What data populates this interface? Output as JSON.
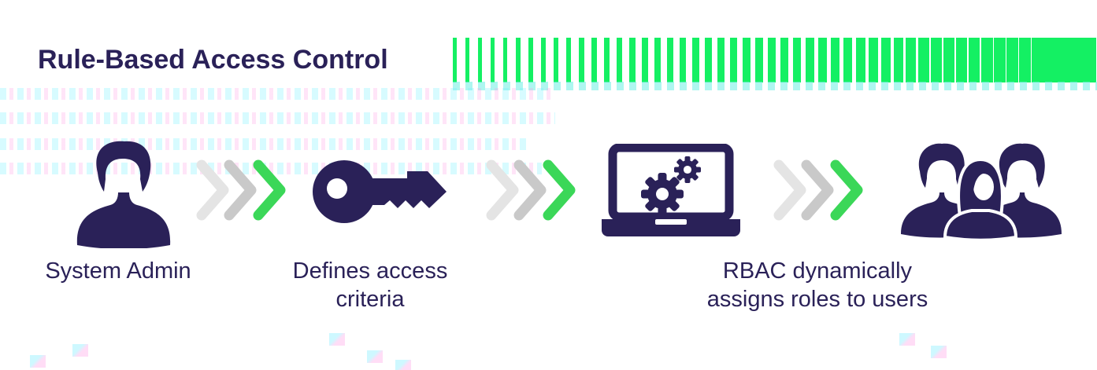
{
  "title": "Rule-Based Access Control",
  "captions": [
    {
      "lines": [
        "System Admin"
      ]
    },
    {
      "lines": [
        "Defines access",
        "criteria"
      ]
    },
    {
      "lines": [
        "RBAC dynamically",
        "assigns roles to users"
      ]
    }
  ],
  "icons": {
    "step_1": "admin-user-icon",
    "step_2": "key-icon",
    "step_3": "laptop-gears-icon",
    "step_4": "users-group-icon",
    "separator": "triple-chevron-right-icon",
    "decoration": "green-stripe-banner"
  },
  "colors": {
    "text_navy": "#2a2158",
    "banner_green": "#14f063",
    "chevron_green": "#3bd758",
    "chevron_gray": "#c9c9c9",
    "chevron_gray_light": "#e4e4e4"
  }
}
